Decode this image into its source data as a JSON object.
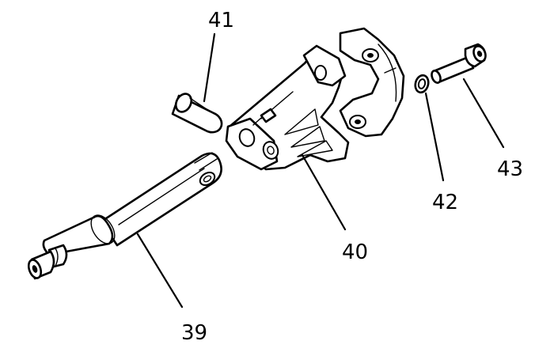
{
  "parts": [
    {
      "id": "shaft",
      "label": "39"
    },
    {
      "id": "bracket",
      "label": "40"
    },
    {
      "id": "pin",
      "label": "41"
    },
    {
      "id": "washer",
      "label": "42"
    },
    {
      "id": "bolt",
      "label": "43"
    }
  ]
}
